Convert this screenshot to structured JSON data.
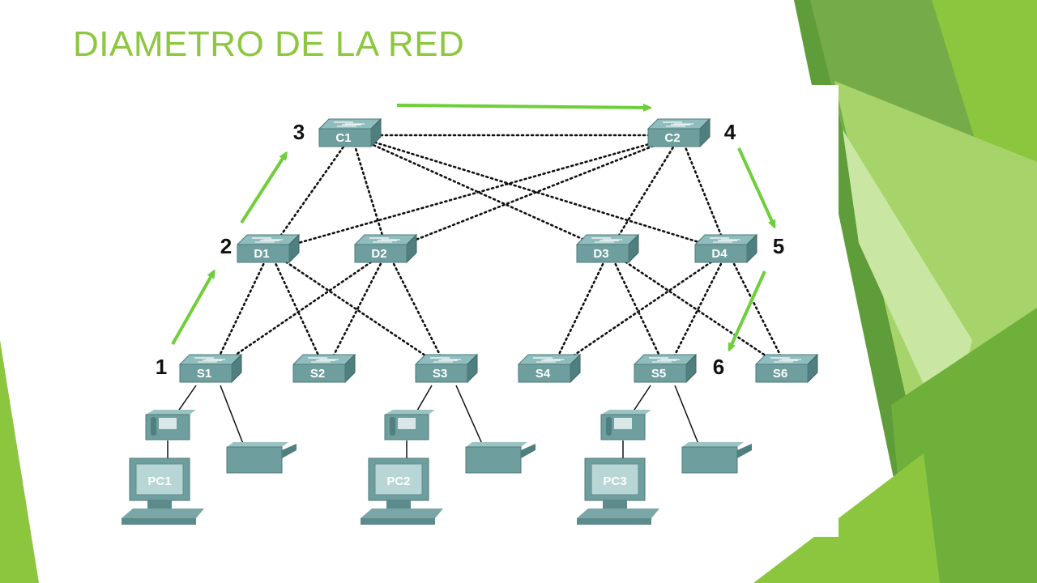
{
  "title": "DIAMETRO DE LA RED",
  "colors": {
    "title": "#8dc63f",
    "arrow": "#6fcf3a",
    "switch": "#6e9e9e",
    "accent_green": "#7cb342"
  },
  "core_switches": [
    {
      "id": "C1",
      "label": "C1",
      "hop": "3"
    },
    {
      "id": "C2",
      "label": "C2",
      "hop": "4"
    }
  ],
  "distribution_switches": [
    {
      "id": "D1",
      "label": "D1",
      "hop": "2"
    },
    {
      "id": "D2",
      "label": "D2",
      "hop": ""
    },
    {
      "id": "D3",
      "label": "D3",
      "hop": ""
    },
    {
      "id": "D4",
      "label": "D4",
      "hop": "5"
    }
  ],
  "access_switches": [
    {
      "id": "S1",
      "label": "S1",
      "hop": "1"
    },
    {
      "id": "S2",
      "label": "S2",
      "hop": ""
    },
    {
      "id": "S3",
      "label": "S3",
      "hop": ""
    },
    {
      "id": "S4",
      "label": "S4",
      "hop": ""
    },
    {
      "id": "S5",
      "label": "S5",
      "hop": "6"
    },
    {
      "id": "S6",
      "label": "S6",
      "hop": ""
    }
  ],
  "pcs": [
    {
      "id": "PC1",
      "label": "PC1",
      "switch": "S1"
    },
    {
      "id": "PC2",
      "label": "PC2",
      "switch": "S3"
    },
    {
      "id": "PC3",
      "label": "PC3",
      "switch": "S5"
    }
  ],
  "links": [
    [
      "C1",
      "C2"
    ],
    [
      "C1",
      "D1"
    ],
    [
      "C1",
      "D2"
    ],
    [
      "C1",
      "D3"
    ],
    [
      "C1",
      "D4"
    ],
    [
      "C2",
      "D1"
    ],
    [
      "C2",
      "D2"
    ],
    [
      "C2",
      "D3"
    ],
    [
      "C2",
      "D4"
    ],
    [
      "D1",
      "S1"
    ],
    [
      "D1",
      "S2"
    ],
    [
      "D1",
      "S3"
    ],
    [
      "D2",
      "S1"
    ],
    [
      "D2",
      "S2"
    ],
    [
      "D2",
      "S3"
    ],
    [
      "D3",
      "S4"
    ],
    [
      "D3",
      "S5"
    ],
    [
      "D3",
      "S6"
    ],
    [
      "D4",
      "S4"
    ],
    [
      "D4",
      "S5"
    ],
    [
      "D4",
      "S6"
    ]
  ],
  "path": [
    "S1",
    "D1",
    "C1",
    "C2",
    "D4",
    "S5"
  ]
}
